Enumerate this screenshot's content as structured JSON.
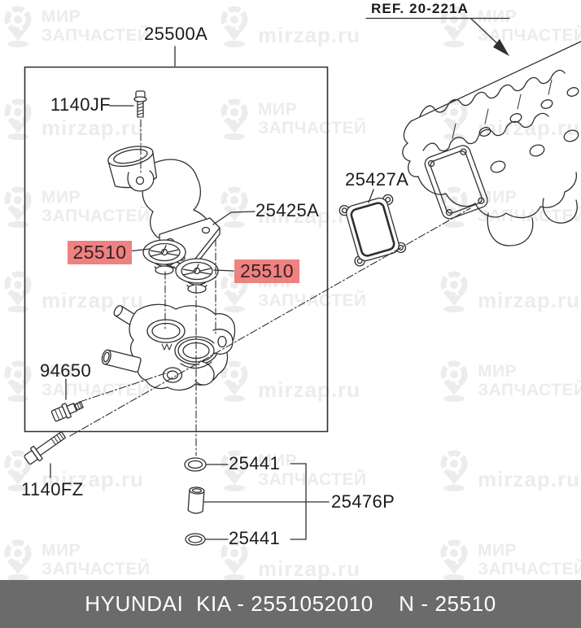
{
  "diagram": {
    "ref_label": "REF. 20-221A",
    "callouts": {
      "assembly": "25500A",
      "bolt_upper": "1140JF",
      "water_outlet_fitting": "25425A",
      "thermostat_left": "25510",
      "thermostat_right": "25510",
      "gasket": "25427A",
      "temp_sensor": "94650",
      "bolt_lower": "1140FZ",
      "oring_top": "25441",
      "water_pipe": "25476P",
      "oring_bottom": "25441"
    },
    "highlight": {
      "background": "#ee8181",
      "text_color": "#3a2222"
    }
  },
  "watermark": {
    "brand_line1": "МИР",
    "brand_line2": "ЗАПЧАСТЕЙ",
    "url": "mirzap.ru",
    "color": "#ececec"
  },
  "footer": {
    "text": "HYUNDAI  KIA - 2551052010    N - 25510",
    "background": "#6b6b6b",
    "text_color": "#ffffff"
  }
}
